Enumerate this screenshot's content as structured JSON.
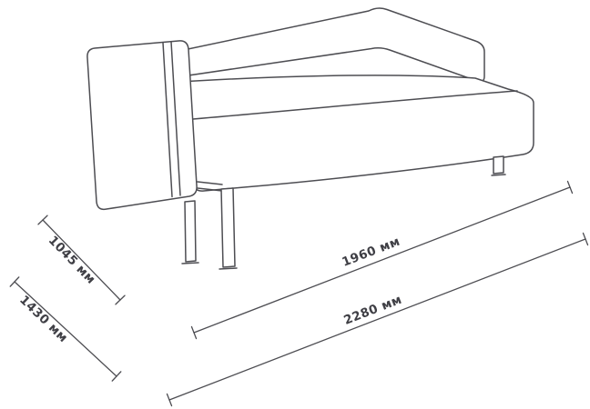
{
  "diagram": {
    "stroke_color": "#4d4d52",
    "text_color": "#3f3f45",
    "background_color": "#ffffff",
    "labels": {
      "depth_seat": "1045 мм",
      "depth_total": "1430 мм",
      "width_seat": "1960 мм",
      "width_total": "2280 мм"
    }
  }
}
